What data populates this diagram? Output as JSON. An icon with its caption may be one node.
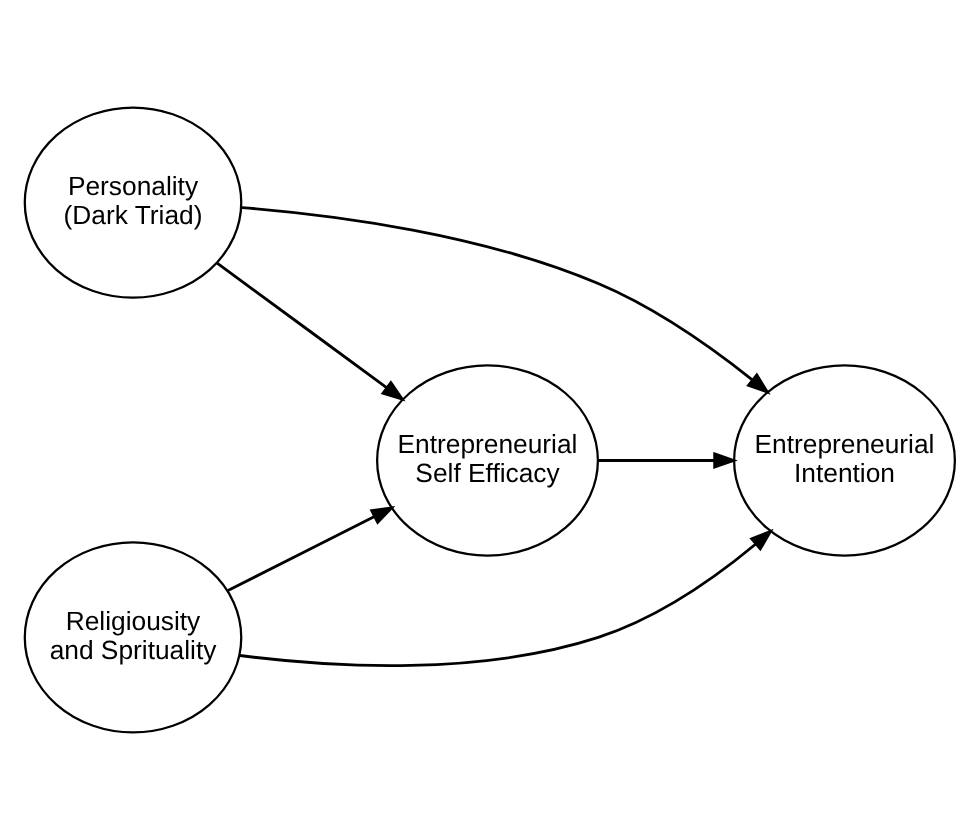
{
  "diagram": {
    "nodes": [
      {
        "text": [
          "Personality (Dark Triad)"
        ]
      },
      {
        "text": [
          "Religiousity and Sprituality"
        ]
      },
      {
        "text": [
          "Entrepreneurial Self Efficacy"
        ]
      },
      {
        "text": [
          "Entrepreneurial Intention"
        ]
      }
    ],
    "edges": [
      {
        "from": 0,
        "to": 3,
        "arrow": "to"
      },
      {
        "from": 0,
        "to": 2,
        "arrow": "to"
      },
      {
        "from": 2,
        "to": 3,
        "arrow": "to"
      },
      {
        "from": 1,
        "to": 2,
        "arrow": "to"
      },
      {
        "from": 1,
        "to": 3,
        "arrow": "to"
      }
    ]
  }
}
